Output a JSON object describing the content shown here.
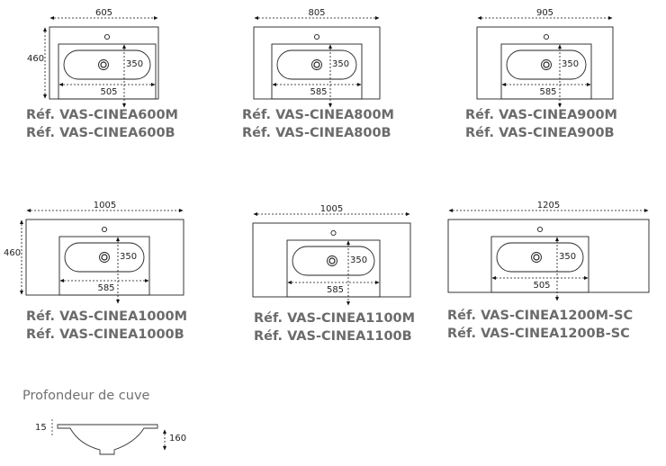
{
  "sinks": [
    {
      "width_label": "605",
      "height_label": "460",
      "depth_label": "350",
      "basin_label": "505",
      "refs": [
        "Réf. VAS-CINEA600M",
        "Réf. VAS-CINEA600B"
      ]
    },
    {
      "width_label": "805",
      "height_label": "",
      "depth_label": "350",
      "basin_label": "585",
      "refs": [
        "Réf. VAS-CINEA800M",
        "Réf. VAS-CINEA800B"
      ]
    },
    {
      "width_label": "905",
      "height_label": "",
      "depth_label": "350",
      "basin_label": "585",
      "refs": [
        "Réf. VAS-CINEA900M",
        "Réf. VAS-CINEA900B"
      ]
    },
    {
      "width_label": "1005",
      "height_label": "460",
      "depth_label": "350",
      "basin_label": "585",
      "refs": [
        "Réf. VAS-CINEA1000M",
        "Réf. VAS-CINEA1000B"
      ]
    },
    {
      "width_label": "1005",
      "height_label": "",
      "depth_label": "350",
      "basin_label": "585",
      "refs": [
        "Réf. VAS-CINEA1100M",
        "Réf. VAS-CINEA1100B"
      ]
    },
    {
      "width_label": "1205",
      "height_label": "",
      "depth_label": "350",
      "basin_label": "505",
      "refs": [
        "Réf. VAS-CINEA1200M-SC",
        "Réf. VAS-CINEA1200B-SC"
      ]
    }
  ],
  "profile": {
    "title": "Profondeur de cuve",
    "rim_label": "15",
    "depth_label": "160"
  }
}
